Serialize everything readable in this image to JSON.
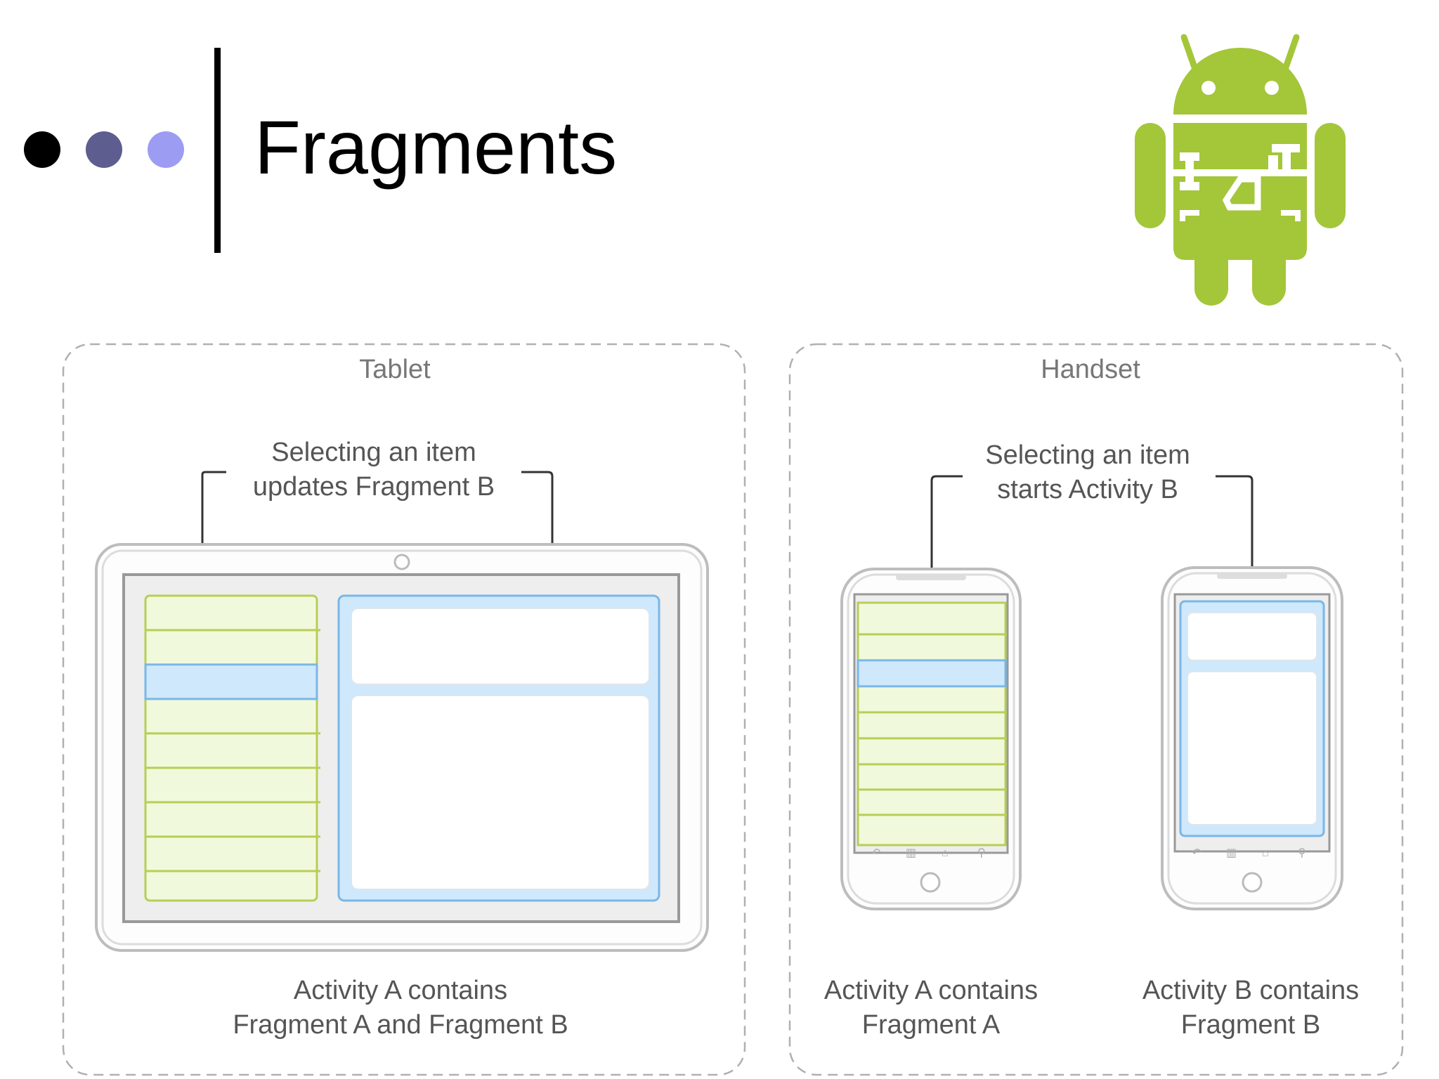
{
  "slide": {
    "title": "Fragments",
    "bullet_colors": [
      "#000000",
      "#5e5d8f",
      "#9d9cf3"
    ],
    "logo_icon": "android-robot-with-tools-icon",
    "logo_color": "#a4c639"
  },
  "diagram": {
    "tablet_panel": {
      "title": "Tablet",
      "callout_line1": "Selecting an item",
      "callout_line2": "updates Fragment B",
      "caption_line1": "Activity A contains",
      "caption_line2": "Fragment A and Fragment B"
    },
    "handset_panel": {
      "title": "Handset",
      "callout_line1": "Selecting an item",
      "callout_line2": "starts Activity B",
      "phone_a_caption_line1": "Activity A contains",
      "phone_a_caption_line2": "Fragment A",
      "phone_b_caption_line1": "Activity B contains",
      "phone_b_caption_line2": "Fragment B"
    },
    "colors": {
      "fragment_a_fill": "#f1f9dc",
      "fragment_a_stroke": "#b6cf55",
      "fragment_b_fill": "#cfe8fb",
      "fragment_b_stroke": "#79b7e8",
      "selected_item": "#cfe8fb",
      "panel_border": "#b0b0b0",
      "label_text": "#555555"
    }
  }
}
